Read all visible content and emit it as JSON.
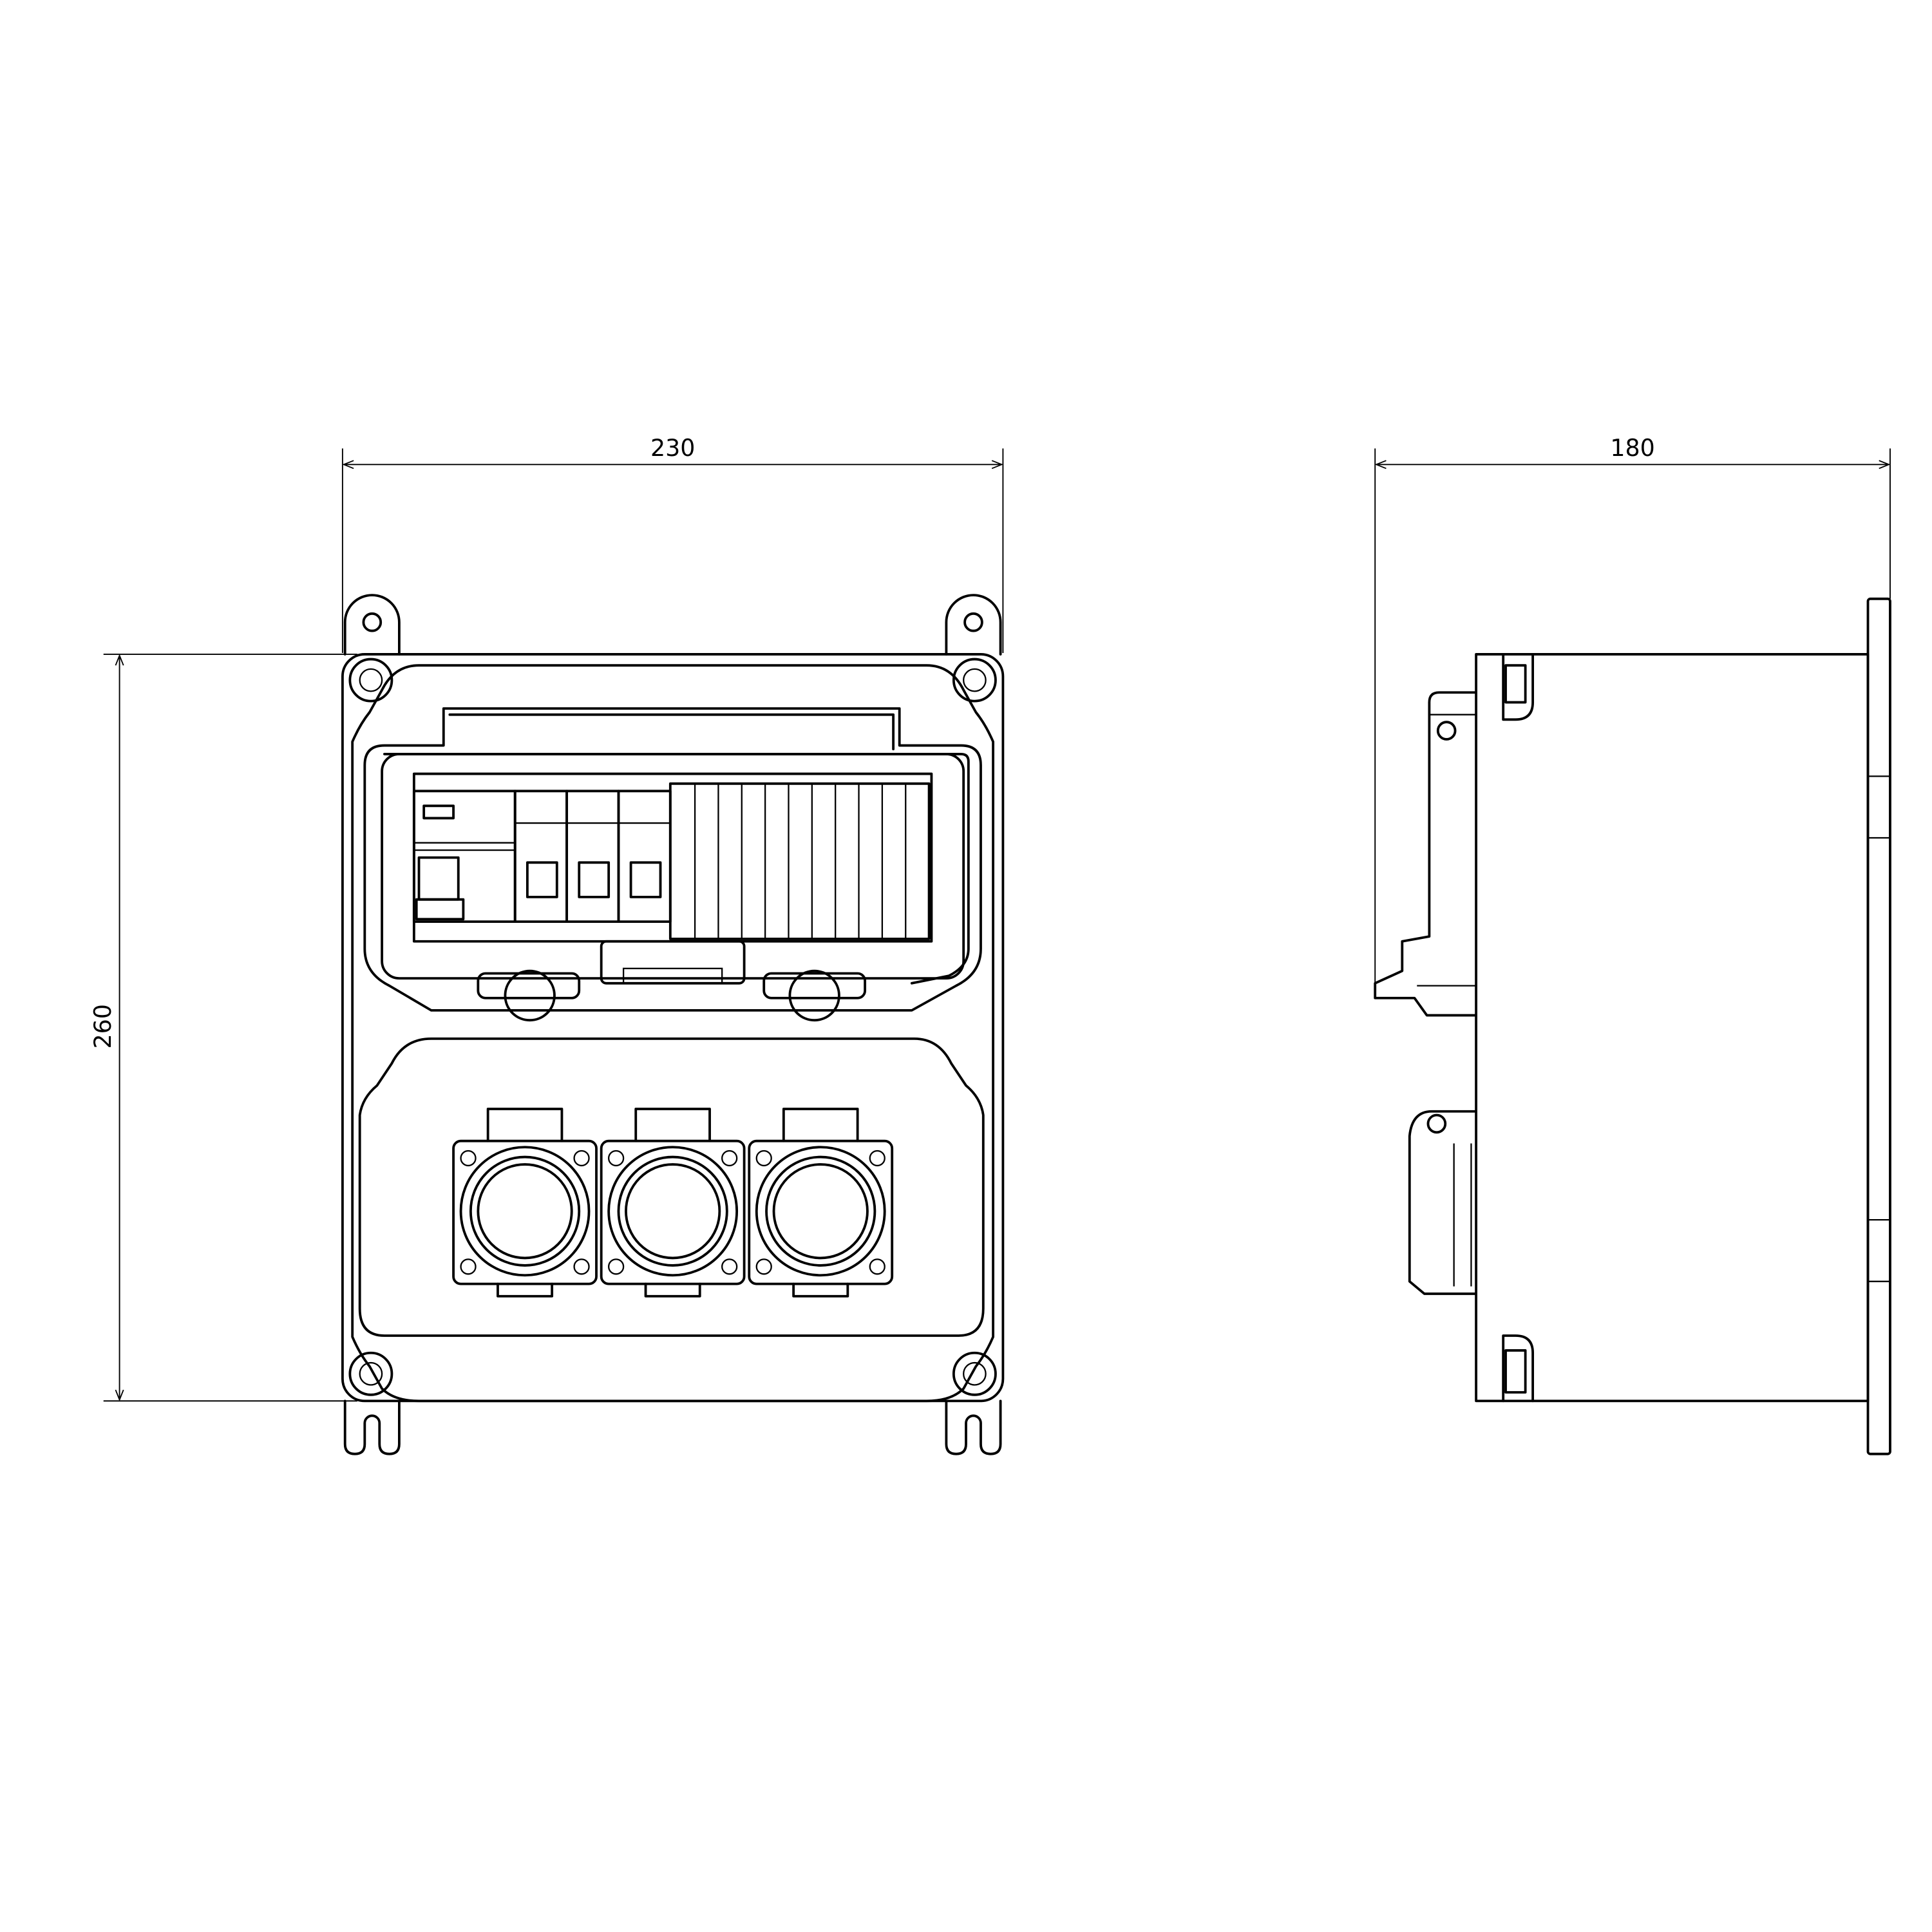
{
  "drawing": {
    "front_view": {
      "width_dimension": "230",
      "height_dimension": "260",
      "socket_count": 3,
      "breaker_poles": 3
    },
    "side_view": {
      "depth_dimension": "180"
    },
    "line_color": "#000000",
    "background_color": "#ffffff"
  }
}
